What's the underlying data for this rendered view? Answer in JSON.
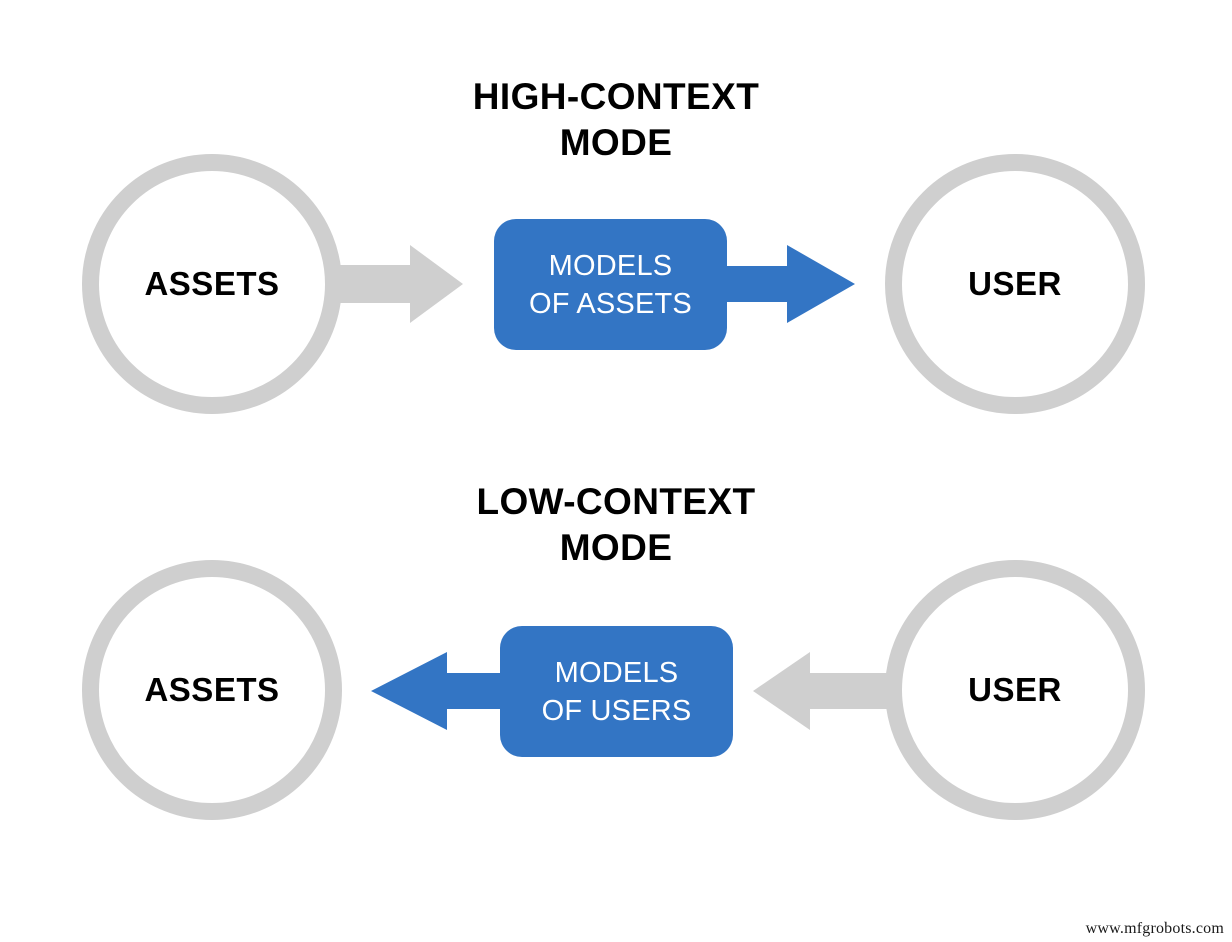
{
  "background_color": "#ffffff",
  "colors": {
    "accent_blue": "#3375c4",
    "neutral_gray": "#cfcfcf",
    "text_black": "#000000",
    "text_white": "#ffffff"
  },
  "diagram": {
    "type": "flow-diagram",
    "sections": [
      {
        "id": "high-context",
        "title": "HIGH-CONTEXT\nMODE",
        "left_node": {
          "label": "ASSETS",
          "shape": "circle",
          "color": "#cfcfcf"
        },
        "center_node": {
          "label": "MODELS\nOF ASSETS",
          "shape": "rounded-rect",
          "color": "#3375c4"
        },
        "right_node": {
          "label": "USER",
          "shape": "circle",
          "color": "#cfcfcf"
        },
        "arrows": [
          {
            "id": "assets-to-models",
            "direction": "right",
            "color": "#cfcfcf",
            "from": "ASSETS",
            "to": "MODELS OF ASSETS"
          },
          {
            "id": "models-to-user",
            "direction": "right",
            "color": "#3375c4",
            "from": "MODELS OF ASSETS",
            "to": "USER"
          }
        ]
      },
      {
        "id": "low-context",
        "title": "LOW-CONTEXT\nMODE",
        "left_node": {
          "label": "ASSETS",
          "shape": "circle",
          "color": "#cfcfcf"
        },
        "center_node": {
          "label": "MODELS\nOF USERS",
          "shape": "rounded-rect",
          "color": "#3375c4"
        },
        "right_node": {
          "label": "USER",
          "shape": "circle",
          "color": "#cfcfcf"
        },
        "arrows": [
          {
            "id": "models-to-assets",
            "direction": "left",
            "color": "#3375c4",
            "from": "MODELS OF USERS",
            "to": "ASSETS"
          },
          {
            "id": "user-to-models",
            "direction": "left",
            "color": "#cfcfcf",
            "from": "USER",
            "to": "MODELS OF USERS"
          }
        ]
      }
    ]
  },
  "watermark": "www.mfgrobots.com"
}
